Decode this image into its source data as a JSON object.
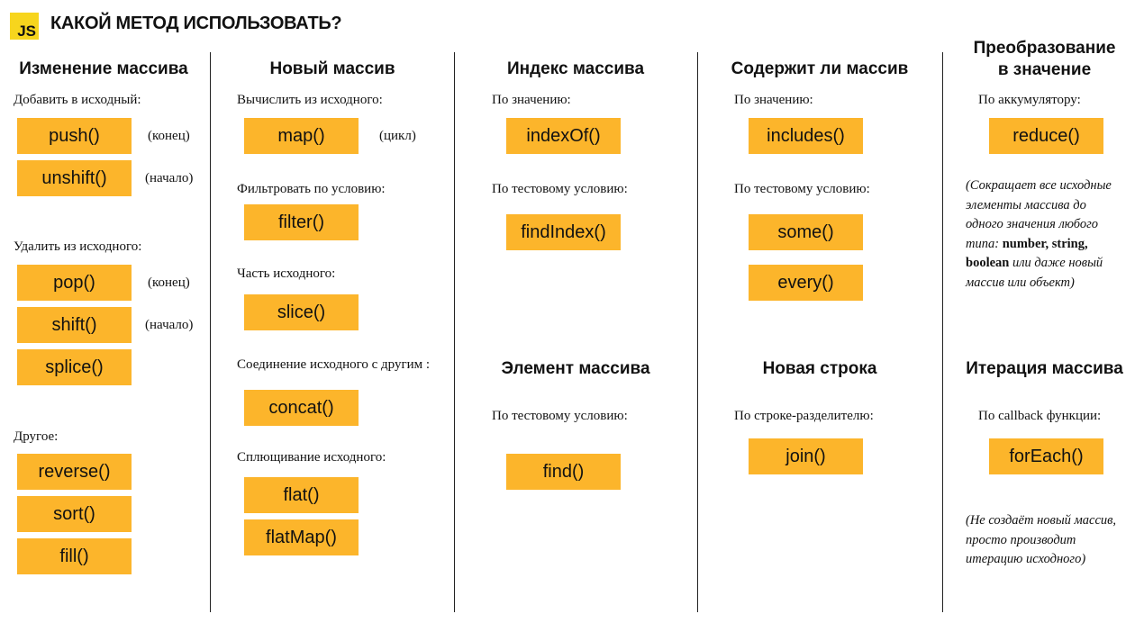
{
  "header": {
    "logo": "JS",
    "title": "КАКОЙ МЕТОД ИСПОЛЬЗОВАТЬ?"
  },
  "columns": [
    {
      "title": "Изменение массива",
      "groups": [
        {
          "label": "Добавить в исходный:",
          "methods": [
            "push()",
            "unshift()"
          ],
          "notes": [
            "(конец)",
            "(начало)"
          ]
        },
        {
          "label": "Удалить из исходного:",
          "methods": [
            "pop()",
            "shift()",
            "splice()"
          ],
          "notes": [
            "(конец)",
            "(начало)"
          ]
        },
        {
          "label": "Другое:",
          "methods": [
            "reverse()",
            "sort()",
            "fill()"
          ]
        }
      ]
    },
    {
      "title": "Новый массив",
      "groups": [
        {
          "label": "Вычислить из исходного:",
          "methods": [
            "map()"
          ],
          "notes": [
            "(цикл)"
          ]
        },
        {
          "label": "Фильтровать по условию:",
          "methods": [
            "filter()"
          ]
        },
        {
          "label": "Часть исходного:",
          "methods": [
            "slice()"
          ]
        },
        {
          "label": "Соединение исходного с другим :",
          "methods": [
            "concat()"
          ]
        },
        {
          "label": "Сплющивание исходного:",
          "methods": [
            "flat()",
            "flatMap()"
          ]
        }
      ]
    },
    {
      "title": "Индекс массива",
      "groups": [
        {
          "label": "По значению:",
          "methods": [
            "indexOf()"
          ]
        },
        {
          "label": "По тестовому условию:",
          "methods": [
            "findIndex()"
          ]
        }
      ],
      "title2": "Элемент массива",
      "groups2": [
        {
          "label": "По тестовому условию:",
          "methods": [
            "find()"
          ]
        }
      ]
    },
    {
      "title": "Содержит ли массив",
      "groups": [
        {
          "label": "По значению:",
          "methods": [
            "includes()"
          ]
        },
        {
          "label": "По тестовому условию:",
          "methods": [
            "some()",
            "every()"
          ]
        }
      ],
      "title2": "Новая строка",
      "groups2": [
        {
          "label": "По строке-разделителю:",
          "methods": [
            "join()"
          ]
        }
      ]
    },
    {
      "title_line1": "Преобразование",
      "title_line2": "в значение",
      "groups": [
        {
          "label": "По аккумулятору:",
          "methods": [
            "reduce()"
          ]
        }
      ],
      "note": {
        "l1": "(Сокращает все исходные",
        "l2": "элементы массива до",
        "l3": "одного значения любого",
        "l4a": "типа: ",
        "l4b": "number, string,",
        "l5a": "boolean",
        "l5b": " или даже новый",
        "l6": "массив или объект)"
      },
      "title2": "Итерация массива",
      "groups2": [
        {
          "label": "По callback функции:",
          "methods": [
            "forEach()"
          ]
        }
      ],
      "note2": {
        "l1": "(Не создаёт новый массив,",
        "l2": "просто производит",
        "l3": "итерацию исходного)"
      }
    }
  ]
}
